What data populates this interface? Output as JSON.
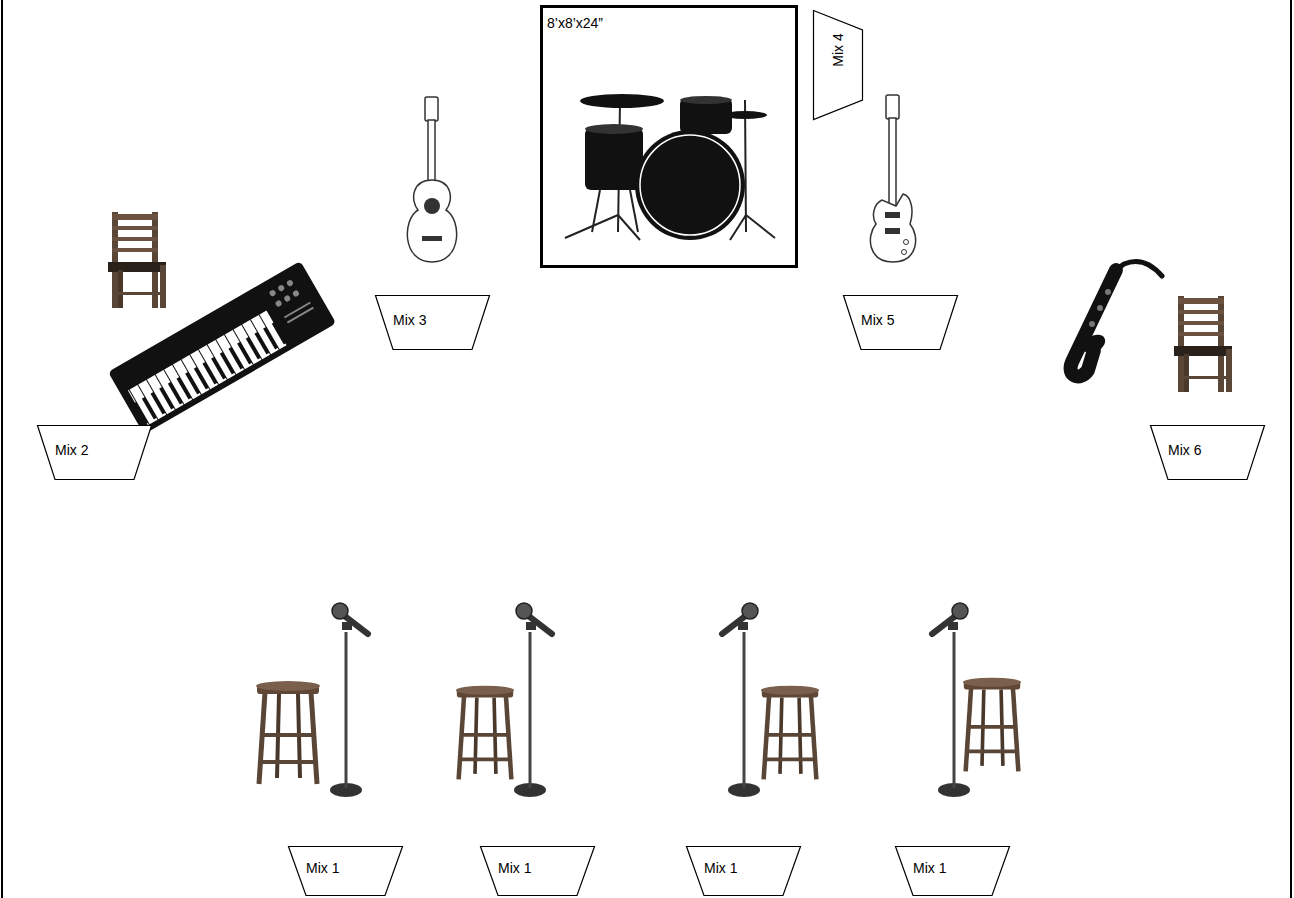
{
  "diagram": {
    "nodes": [
      {
        "text": [
          "8’x8’x24”"
        ]
      },
      {
        "text": [
          "Mix 4"
        ]
      },
      {
        "text": [
          "Mix 3"
        ]
      },
      {
        "text": [
          "Mix 5"
        ]
      },
      {
        "text": [
          "Mix 2"
        ]
      },
      {
        "text": [
          "Mix 6"
        ]
      },
      {
        "text": [
          "Mix 1"
        ]
      },
      {
        "text": [
          "Mix 1"
        ]
      },
      {
        "text": [
          "Mix 1"
        ]
      },
      {
        "text": [
          "Mix 1"
        ]
      }
    ]
  }
}
